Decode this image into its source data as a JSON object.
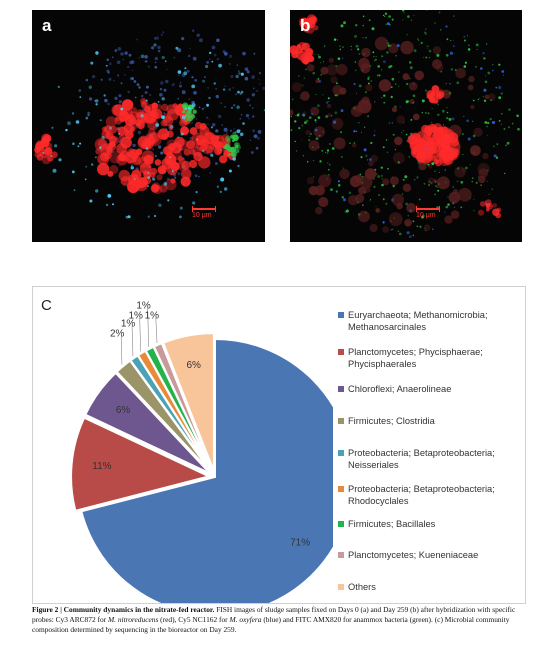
{
  "panel_a": {
    "letter": "a",
    "scale_label": "10 μm"
  },
  "panel_b": {
    "letter": "b",
    "scale_label": "10 μm"
  },
  "chart_letter": "C",
  "chart_data": {
    "type": "pie",
    "slices": [
      {
        "label": "Euryarchaeota; Methanomicrobia; Methanosarcinales",
        "value": 71,
        "value_label": "71%",
        "color": "#4a77b4"
      },
      {
        "label": "Planctomycetes; Phycisphaerae; Phycisphaerales",
        "value": 11,
        "value_label": "11%",
        "color": "#b84a47"
      },
      {
        "label": "Chloroflexi; Anaerolineae",
        "value": 6,
        "value_label": "6%",
        "color": "#6e578f"
      },
      {
        "label": "Firmicutes; Clostridia",
        "value": 2,
        "value_label": "2%",
        "color": "#9b9468"
      },
      {
        "label": "Proteobacteria; Betaproteobacteria; Neisseriales",
        "value": 1,
        "value_label": "1%",
        "color": "#4aa2b6"
      },
      {
        "label": "Proteobacteria; Betaproteobacteria; Rhodocyclales",
        "value": 1,
        "value_label": "1%",
        "color": "#e98a3b"
      },
      {
        "label": "Firmicutes; Bacillales",
        "value": 1,
        "value_label": "1%",
        "color": "#22b34d"
      },
      {
        "label": "Planctomycetes; Kueneniaceae",
        "value": 1,
        "value_label": "1%",
        "color": "#c89a9a"
      },
      {
        "label": "Others",
        "value": 6,
        "value_label": "6%",
        "color": "#f8c49a"
      }
    ],
    "legend_position": "right"
  },
  "caption": {
    "figure_label": "Figure 2 | Community dynamics in the nitrate-fed reactor.",
    "text_1": " FISH images of sludge samples fixed on Days 0 (a) and Day 259 (b) after hybridization with specific probes: Cy3 ARC872 for ",
    "species_1": "M. nitroreducens",
    "text_2": " (red), Cy5 NC1162 for ",
    "species_2": "M. oxyfera",
    "text_3": " (blue) and FITC AMX820 for anammox bacteria (green). (c) Microbial community composition determined by sequencing in the bioreactor on Day 259."
  },
  "colors": {
    "micro_bg": "#050505",
    "red_signal": "#ff2a2a",
    "green_signal": "#2fd04a",
    "blue_signal": "#3a6cff"
  }
}
